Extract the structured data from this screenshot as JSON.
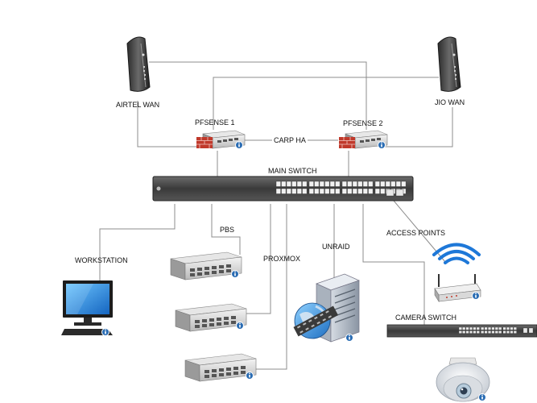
{
  "labels": {
    "airtel_wan": "AIRTEL WAN",
    "jio_wan": "JIO WAN",
    "pfsense1": "PFSENSE 1",
    "pfsense2": "PFSENSE 2",
    "carp_ha": "CARP HA",
    "main_switch": "MAIN SWITCH",
    "pbs": "PBS",
    "proxmox": "PROXMOX",
    "unraid": "UNRAID",
    "access_points": "ACCESS POINTS",
    "workstation": "WORKSTATION",
    "camera_switch": "CAMERA SWITCH"
  },
  "colors": {
    "link_line": "#8c8c8c",
    "firewall_red": "#c0392b",
    "wifi_blue": "#1e78d8",
    "info_badge": "#2a6cb3"
  },
  "icons": [
    "modem-icon",
    "firewall-icon",
    "switch-icon",
    "server-icon",
    "tower-server-icon",
    "globe-icon",
    "router-icon",
    "monitor-icon",
    "camera-icon",
    "info-icon"
  ]
}
